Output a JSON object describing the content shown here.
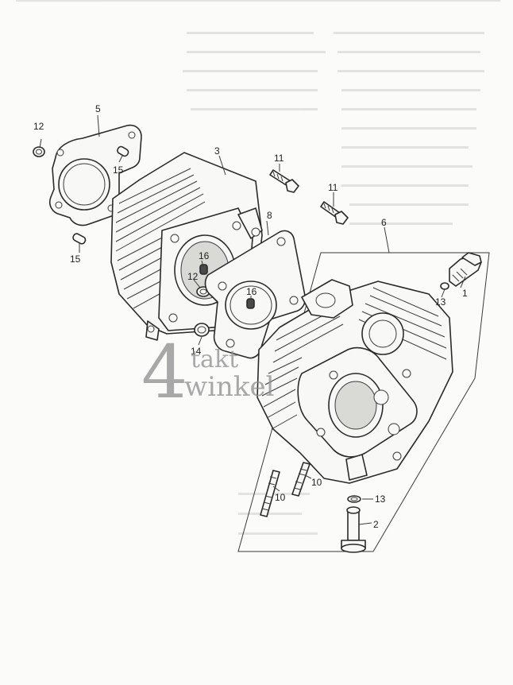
{
  "diagram": {
    "callouts": [
      {
        "id": "c1",
        "text": "1"
      },
      {
        "id": "c2",
        "text": "2"
      },
      {
        "id": "c3",
        "text": "3"
      },
      {
        "id": "c5",
        "text": "5"
      },
      {
        "id": "c6",
        "text": "6"
      },
      {
        "id": "c8",
        "text": "8"
      },
      {
        "id": "c10a",
        "text": "10"
      },
      {
        "id": "c10b",
        "text": "10"
      },
      {
        "id": "c11a",
        "text": "11"
      },
      {
        "id": "c11b",
        "text": "11"
      },
      {
        "id": "c12a",
        "text": "12"
      },
      {
        "id": "c12b",
        "text": "12"
      },
      {
        "id": "c13a",
        "text": "13"
      },
      {
        "id": "c13b",
        "text": "13"
      },
      {
        "id": "c14",
        "text": "14"
      },
      {
        "id": "c15a",
        "text": "15"
      },
      {
        "id": "c15b",
        "text": "15"
      },
      {
        "id": "c16a",
        "text": "16"
      },
      {
        "id": "c16b",
        "text": "16"
      }
    ]
  },
  "watermark": {
    "numeral": "4",
    "line1": "takt",
    "line2": "winkel"
  },
  "colors": {
    "ink": "#2a2a2a",
    "paper": "#fbfbf9",
    "watermark": "#8d8d8d"
  }
}
